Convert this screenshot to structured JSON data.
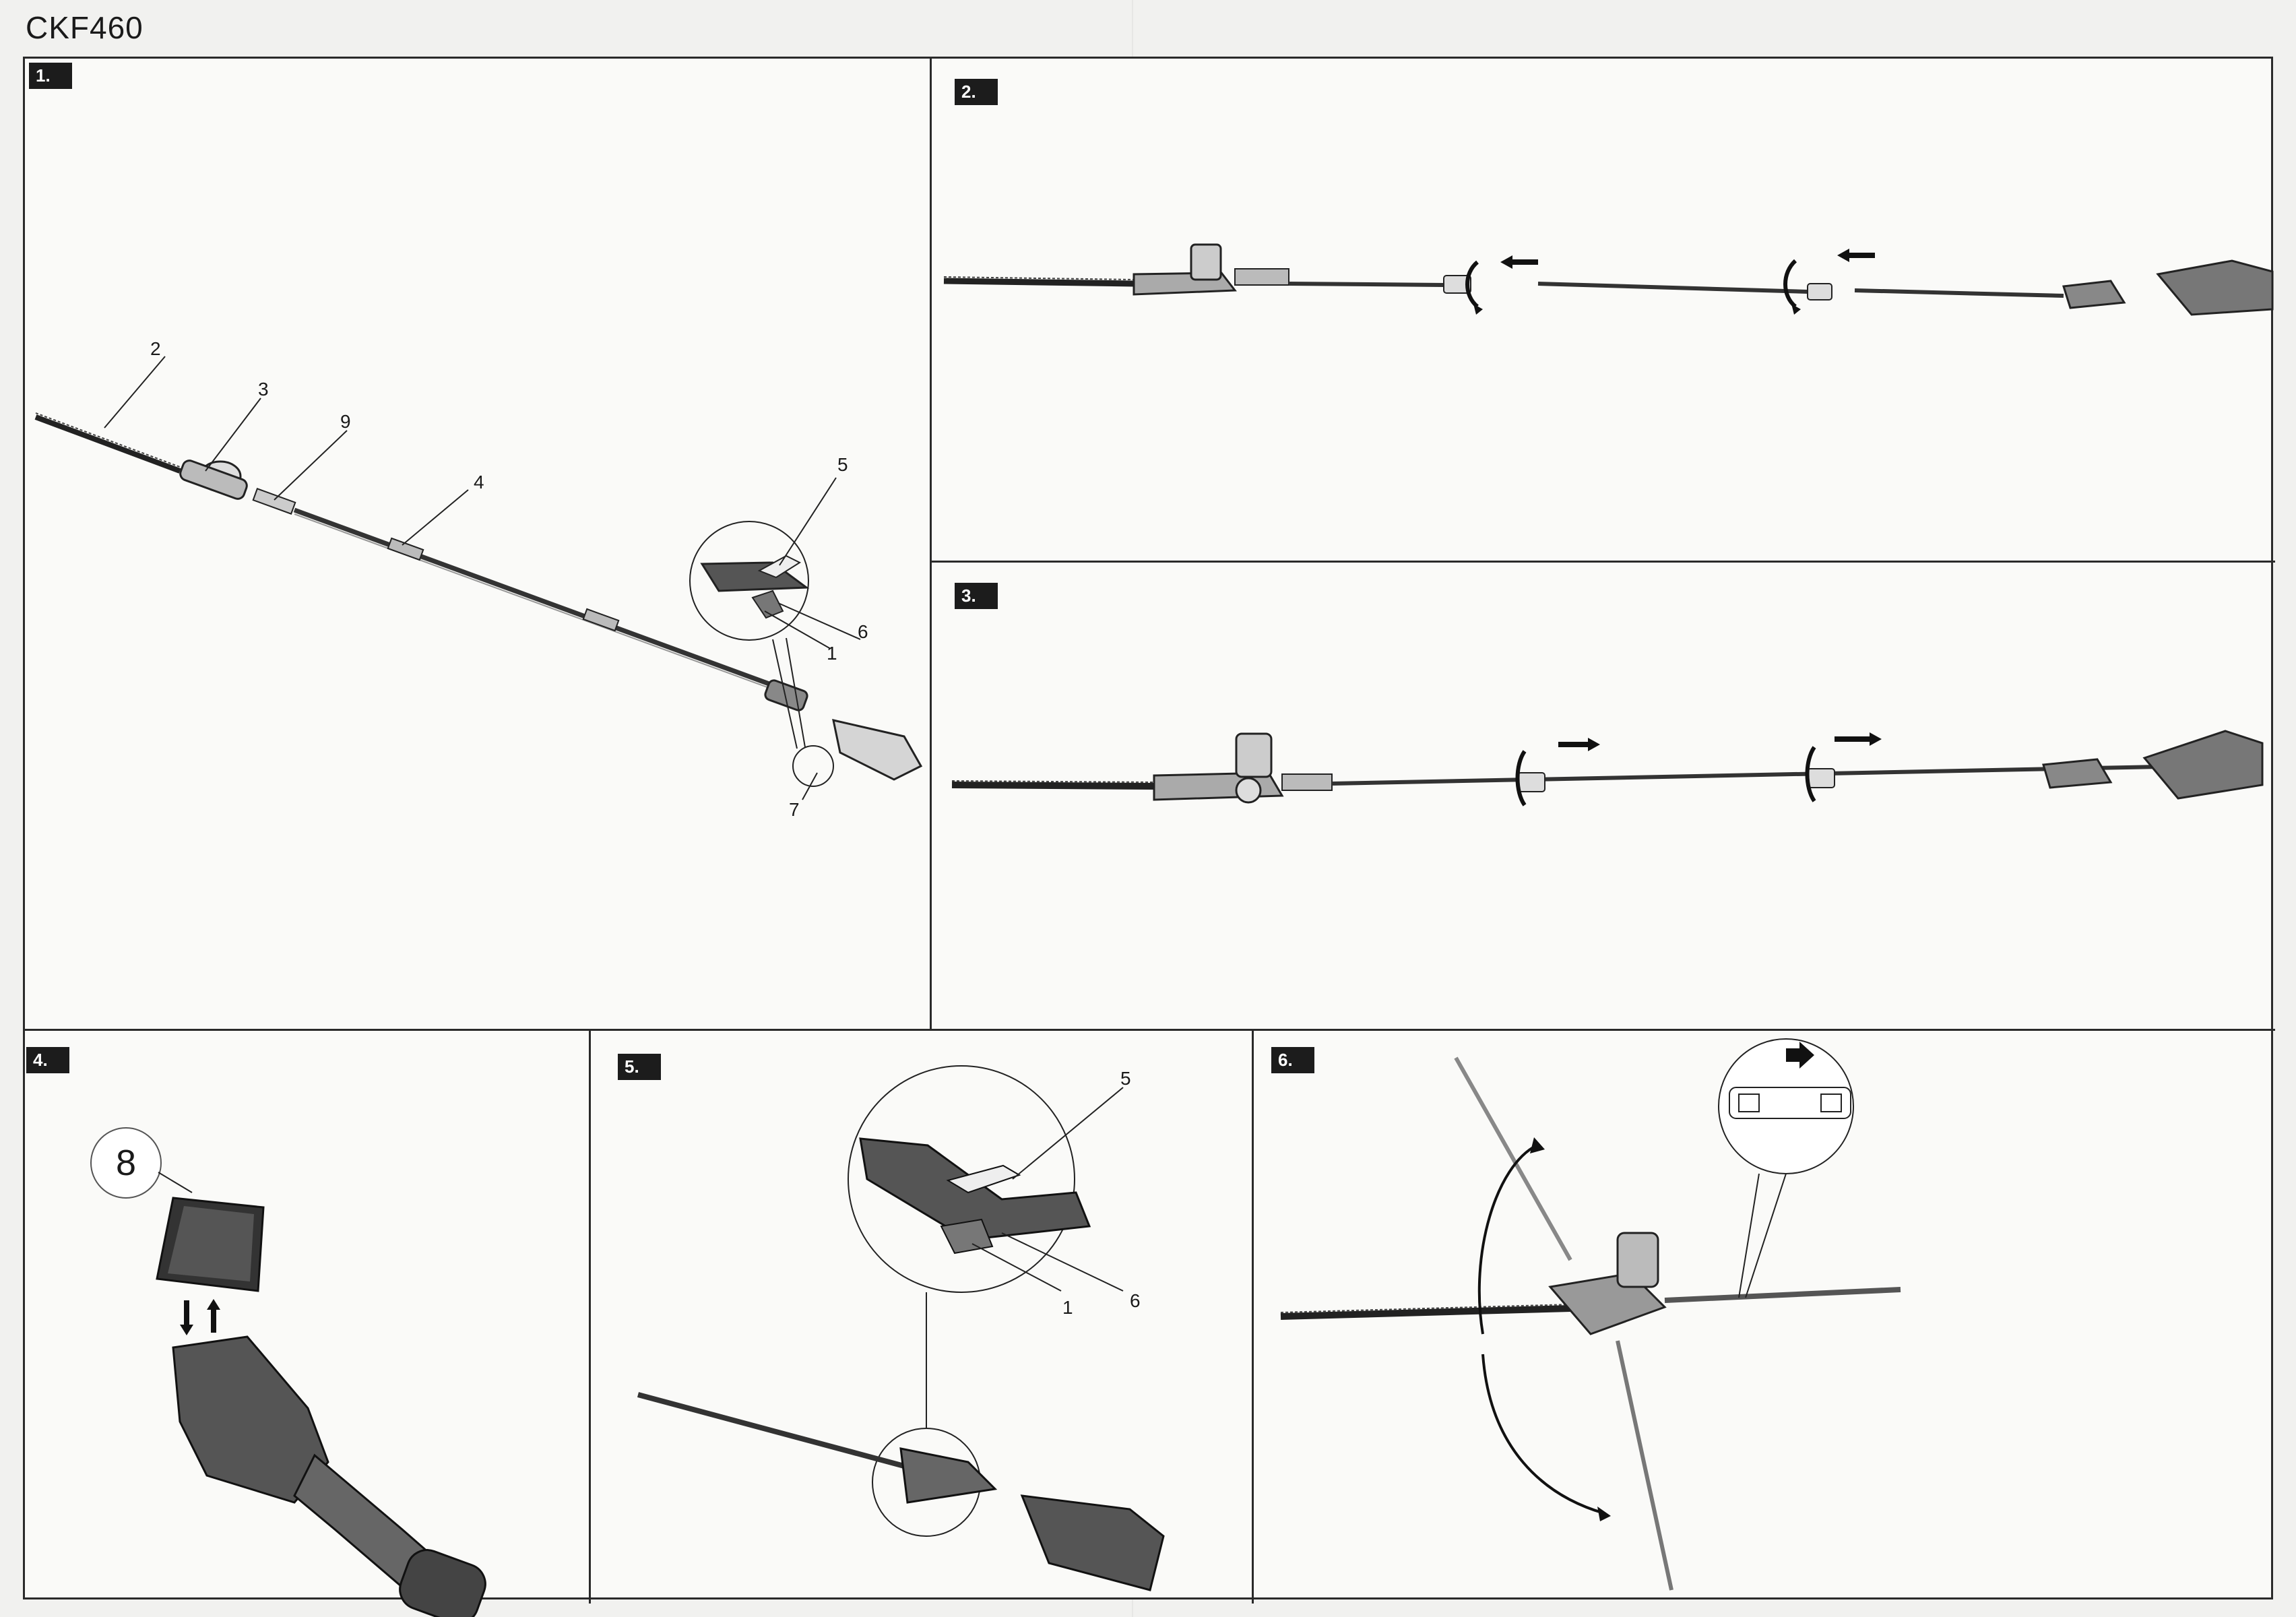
{
  "header": {
    "model": "CKF460"
  },
  "panels": {
    "p1": {
      "tag": "1.",
      "callouts": [
        "2",
        "3",
        "9",
        "4",
        "5",
        "6",
        "1",
        "7"
      ]
    },
    "p2": {
      "tag": "2."
    },
    "p3": {
      "tag": "3."
    },
    "p4": {
      "tag": "4.",
      "callout": "8"
    },
    "p5": {
      "tag": "5.",
      "callouts": [
        "5",
        "1",
        "6"
      ]
    },
    "p6": {
      "tag": "6."
    }
  },
  "colors": {
    "ink": "#1a1a1a",
    "paper": "#fafaf8",
    "grey": "#8a8a8a"
  }
}
